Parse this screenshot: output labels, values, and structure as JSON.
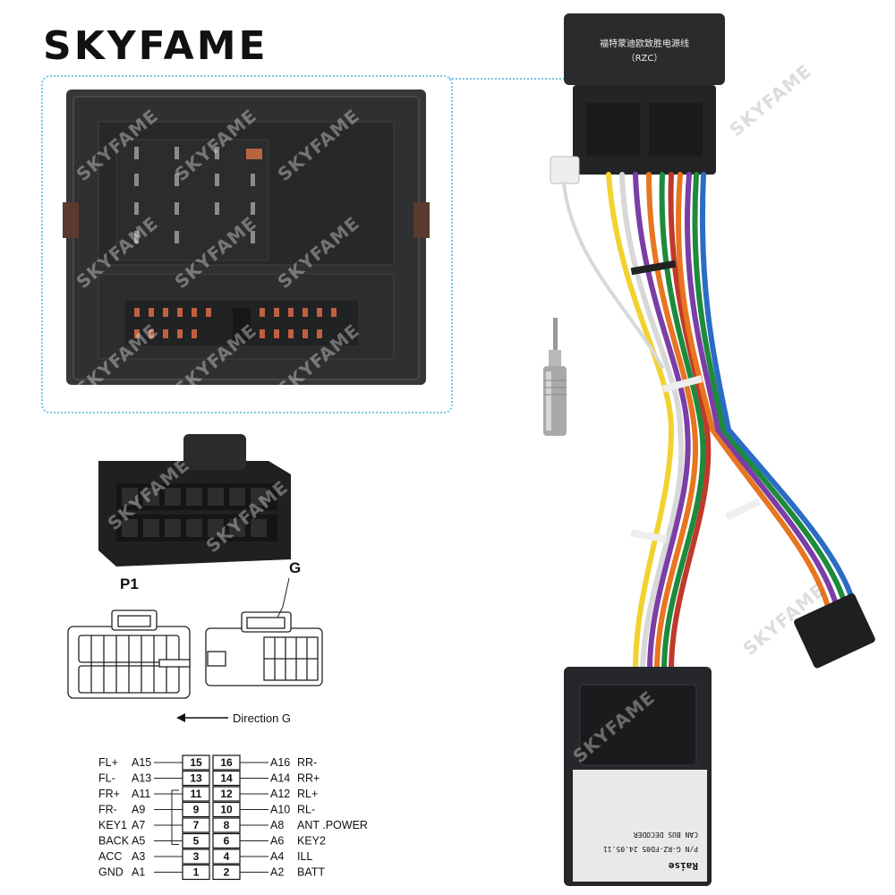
{
  "brand": {
    "name": "SKYFAME",
    "watermark": "SKYFAME"
  },
  "diagram": {
    "p1_label": "P1",
    "g_label": "G",
    "direction_label": "Direction G"
  },
  "module": {
    "top_label_line1": "福特蒙迪欧致胜电源线",
    "top_label_line2": "（RZC）",
    "brand_text": "Raise",
    "part_number": "P/N G-RZ-FD05 24.05.11",
    "decoder_text": "CAN BUS DECODER"
  },
  "pinout": {
    "left": [
      {
        "signal": "FL+",
        "pin": "A15",
        "num": "15"
      },
      {
        "signal": "FL-",
        "pin": "A13",
        "num": "13"
      },
      {
        "signal": "FR+",
        "pin": "A11",
        "num": "11"
      },
      {
        "signal": "FR-",
        "pin": "A9",
        "num": "9"
      },
      {
        "signal": "KEY1",
        "pin": "A7",
        "num": "7"
      },
      {
        "signal": "BACK",
        "pin": "A5",
        "num": "5"
      },
      {
        "signal": "ACC",
        "pin": "A3",
        "num": "3"
      },
      {
        "signal": "GND",
        "pin": "A1",
        "num": "1"
      }
    ],
    "right": [
      {
        "signal": "RR-",
        "pin": "A16",
        "num": "16"
      },
      {
        "signal": "RR+",
        "pin": "A14",
        "num": "14"
      },
      {
        "signal": "RL+",
        "pin": "A12",
        "num": "12"
      },
      {
        "signal": "RL-",
        "pin": "A10",
        "num": "10"
      },
      {
        "signal": "ANT .POWER",
        "pin": "A8",
        "num": "8"
      },
      {
        "signal": "KEY2",
        "pin": "A6",
        "num": "6"
      },
      {
        "signal": "ILL",
        "pin": "A4",
        "num": "4"
      },
      {
        "signal": "BATT",
        "pin": "A2",
        "num": "2"
      }
    ]
  },
  "colors": {
    "frame": "#7cc4e2",
    "plastic": "#3b3d3f",
    "connector_black": "#1e1f21",
    "wire_colors": [
      "#e8751f",
      "#7a3ea6",
      "#1d8a3c",
      "#f2d230",
      "#d8d8d8",
      "#c0392b",
      "#222222",
      "#2b6cc4"
    ]
  }
}
